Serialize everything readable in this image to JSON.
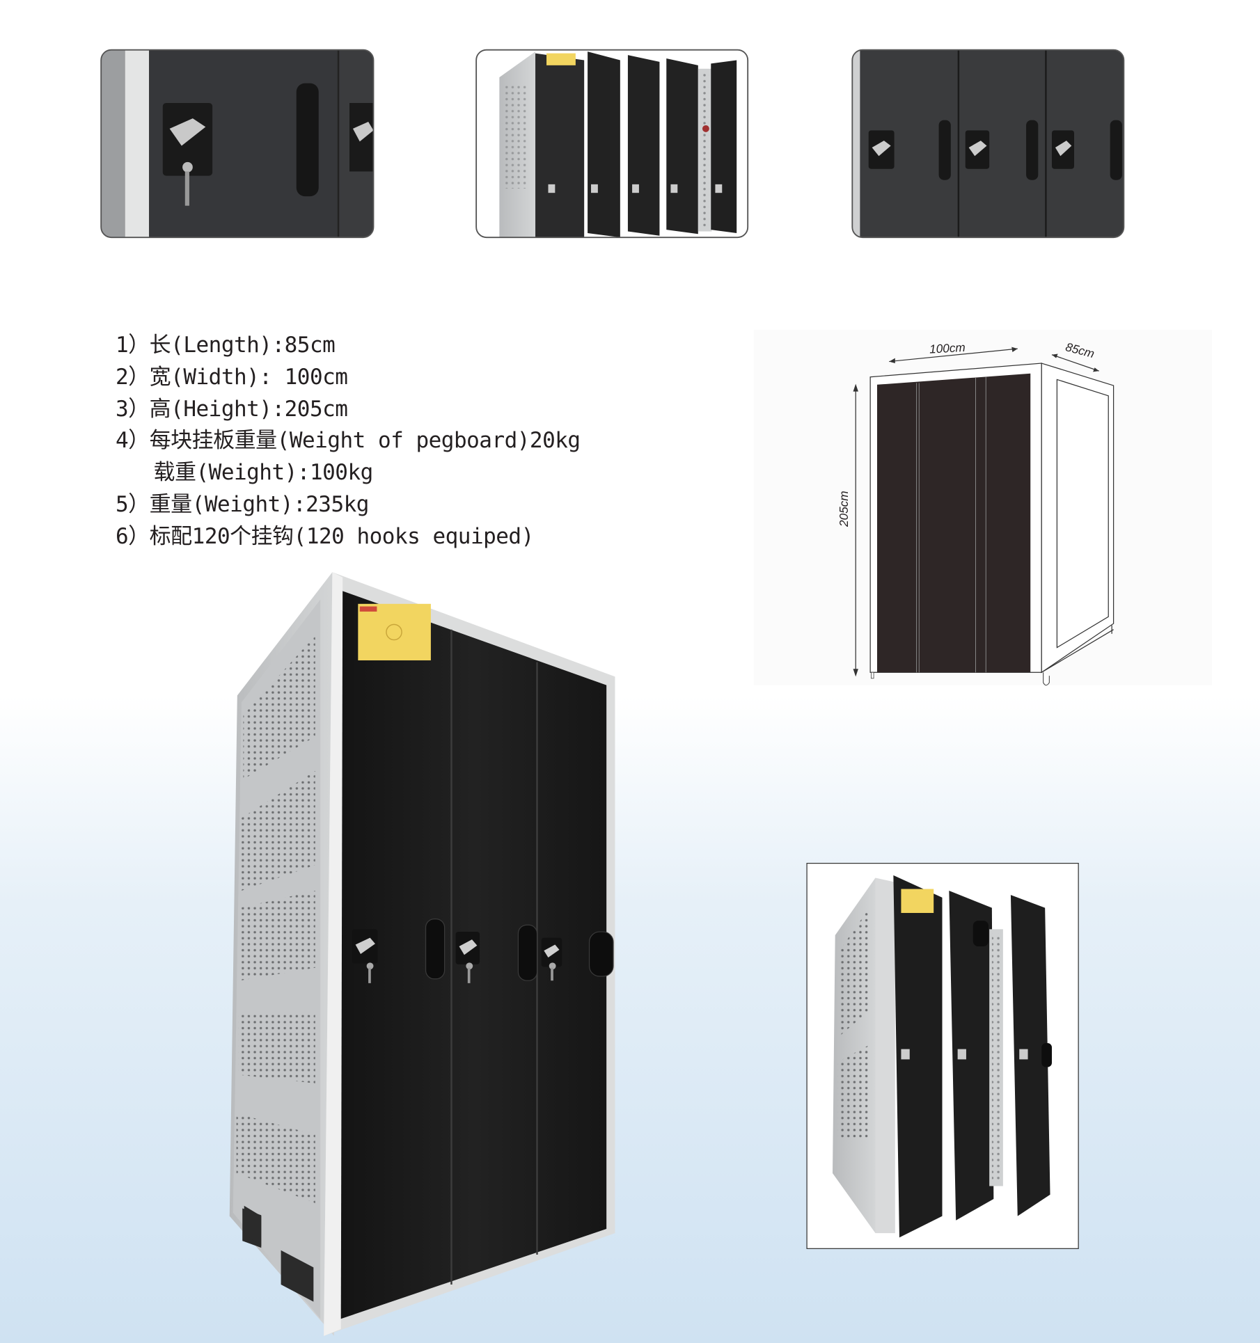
{
  "specs": [
    "1）长(Length):85cm",
    "2）宽(Width): 100cm",
    "3）高(Height):205cm",
    "4）每块挂板重量(Weight of pegboard)20kg",
    "   载重(Weight):100kg",
    "5）重量(Weight):235kg",
    "6）标配120个挂钩(120 hooks equiped)"
  ],
  "diagram": {
    "width_label": "100cm",
    "depth_label": "85cm",
    "height_label": "205cm"
  },
  "colors": {
    "door": "#1b1b1b",
    "frame": "#d4d6d7",
    "label": "#f2d560",
    "diagram_door": "#2e2626"
  }
}
